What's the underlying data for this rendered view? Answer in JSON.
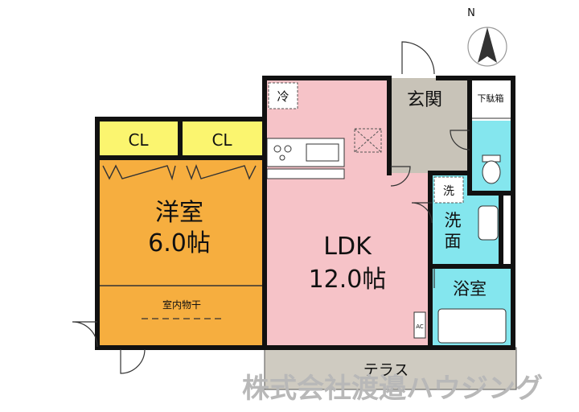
{
  "rooms": {
    "western": {
      "name": "洋室",
      "size": "6.0帖"
    },
    "ldk": {
      "name": "LDK",
      "size": "12.0帖"
    },
    "closet_left": "CL",
    "closet_right": "CL",
    "indoor_drying": "室内物干",
    "entrance": "玄関",
    "shoe_box": "下駄箱",
    "washroom_line1": "洗",
    "washroom_line2": "面",
    "bathroom": "浴室",
    "terrace": "テラス"
  },
  "symbols": {
    "fridge": "冷",
    "washer": "洗",
    "aircon": "AC"
  },
  "compass": {
    "north": "N"
  },
  "watermark": "株式会社渡邉ハウジング",
  "colors": {
    "ldk": "#f6c3c8",
    "western": "#f6ae3f",
    "closet": "#fbf56f",
    "wet": "#84e6ee",
    "entrance": "#c8c3b8",
    "terrace": "#cfcbc1",
    "wall": "#111111"
  }
}
